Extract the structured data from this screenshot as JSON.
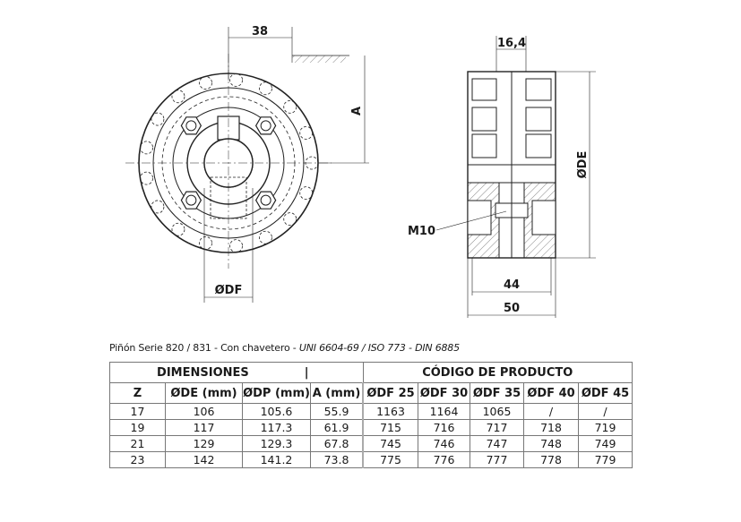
{
  "drawing": {
    "dim_38": "38",
    "dim_A": "A",
    "dim_DF": "ØDF",
    "dim_16_4": "16,4",
    "dim_DE": "ØDE",
    "dim_M10": "M10",
    "dim_44": "44",
    "dim_50": "50"
  },
  "caption": {
    "plain": "Piñón Serie 820 / 831 - Con chavetero - ",
    "italic": "UNI 6604-69 / ISO 773 - DIN 6885"
  },
  "table": {
    "group_dimensions": "DIMENSIONES",
    "separator": "|",
    "group_codes": "CÓDIGO DE PRODUCTO",
    "headers": [
      "Z",
      "ØDE (mm)",
      "ØDP (mm)",
      "A (mm)",
      "ØDF 25",
      "ØDF 30",
      "ØDF 35",
      "ØDF 40",
      "ØDF 45"
    ],
    "rows": [
      [
        "17",
        "106",
        "105.6",
        "55.9",
        "1163",
        "1164",
        "1065",
        "/",
        "/"
      ],
      [
        "19",
        "117",
        "117.3",
        "61.9",
        "715",
        "716",
        "717",
        "718",
        "719"
      ],
      [
        "21",
        "129",
        "129.3",
        "67.8",
        "745",
        "746",
        "747",
        "748",
        "749"
      ],
      [
        "23",
        "142",
        "141.2",
        "73.8",
        "775",
        "776",
        "777",
        "778",
        "779"
      ]
    ]
  }
}
